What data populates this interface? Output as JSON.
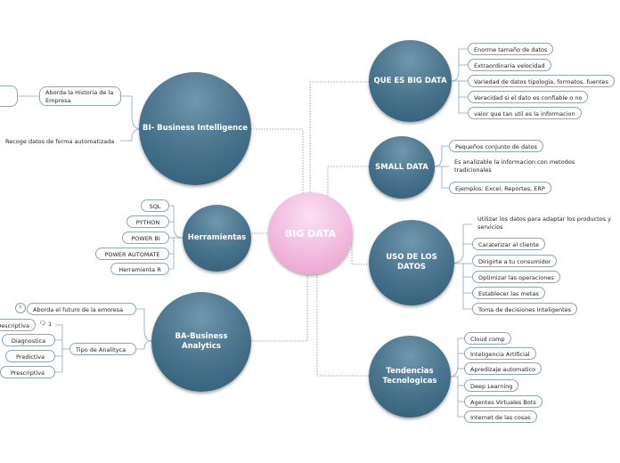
{
  "center": {
    "label": "BIG DATA"
  },
  "nodes": {
    "que_es": {
      "label": "QUE ES BIG DATA"
    },
    "small": {
      "label": "SMALL DATA"
    },
    "uso": {
      "label": "USO DE LOS DATOS"
    },
    "tendencias": {
      "label": "Tendencias Tecnologicas"
    },
    "bi": {
      "label": "BI- Business Intelligence"
    },
    "herramientas": {
      "label": "Herramientas"
    },
    "ba": {
      "label": "BA-Business Analytics"
    }
  },
  "que_es_items": [
    "Enorme tamaño de datos",
    "Extraordinaria velocidad",
    "Variedad de datos tipologia, formatos, fuentes",
    "Veracidad si el dato es confiable o no",
    "valor que tan util es la informacion"
  ],
  "small_items": [
    "Pequeños conjunto de datos",
    "Es analizable la informacion con metodos tradicionales",
    "Ejemplos: Excel, Reportes, ERP"
  ],
  "uso_items": [
    "Utilizar los datos para adaptar los productos y servicios",
    "Caraterizar al cliente",
    "Dirigirte a tu consumidor",
    "Optimizar las operaciones",
    "Establecer las metas",
    "Toma de decisiones Inteligentes"
  ],
  "tendencias_items": [
    "Cloud comp",
    "Inteligencia Artificial",
    "Apredizaje automatico",
    "Deep Learning",
    "Agentes Virtuales Bots",
    "Internet de las cosas"
  ],
  "bi_items": [
    "Aborda la Historia de la Empresa",
    "Recoge datos de forma automatizada"
  ],
  "herramientas_items": [
    "SQL",
    "PYTHON",
    "POWER BI",
    "POWER AUTOMATE",
    "Herramienta R"
  ],
  "ba_items": {
    "futuro": "Aborda el futuro de la emoresa",
    "tipo": "Tipo de Analityca",
    "tipos": [
      "Descriptiva",
      "Diagnostica",
      "Predictiva",
      "Prescriptiva"
    ],
    "comment_count": "1"
  },
  "colors": {
    "bubble": "#3d6a83",
    "center": "#f0b3da",
    "line": "#7d8fb0"
  }
}
